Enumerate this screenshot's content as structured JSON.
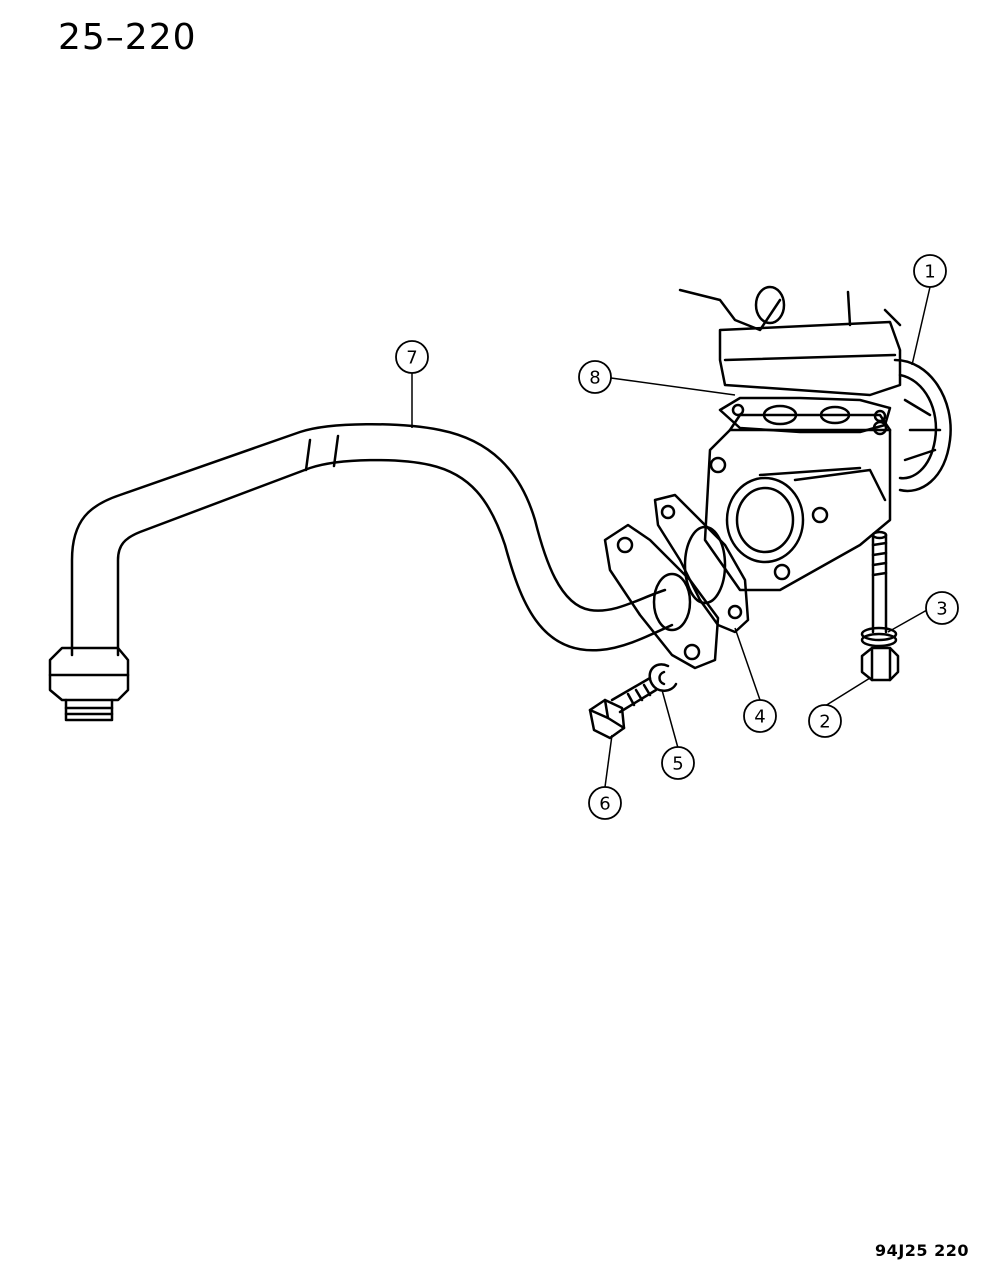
{
  "header": {
    "page_number": "25–220"
  },
  "footer": {
    "figure_code": "94J25  220"
  },
  "callouts": [
    {
      "id": "1",
      "label": "1"
    },
    {
      "id": "2",
      "label": "2"
    },
    {
      "id": "3",
      "label": "3"
    },
    {
      "id": "4",
      "label": "4"
    },
    {
      "id": "5",
      "label": "5"
    },
    {
      "id": "6",
      "label": "6"
    },
    {
      "id": "7",
      "label": "7"
    },
    {
      "id": "8",
      "label": "8"
    }
  ],
  "colors": {
    "ink": "#000000",
    "paper": "#ffffff"
  }
}
